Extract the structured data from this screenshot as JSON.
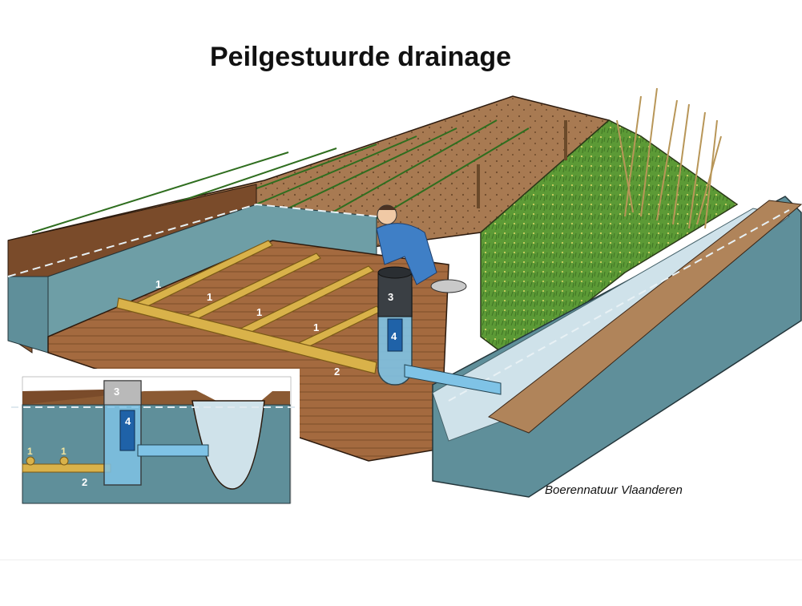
{
  "title": "Peilgestuurde drainage",
  "credit": "Boerennatuur Vlaanderen",
  "labels": {
    "drain_pipe": "1",
    "collector_pipe": "2",
    "control_well": "3",
    "overflow_pipe": "4"
  },
  "colors": {
    "soil_top": "#8b5a33",
    "groundwater": "#5f8f9a",
    "pipe": "#d9b24a",
    "well": "#7fc3e6",
    "grass": "#4f8a2e",
    "water_level_line": "#dfe9ef"
  }
}
